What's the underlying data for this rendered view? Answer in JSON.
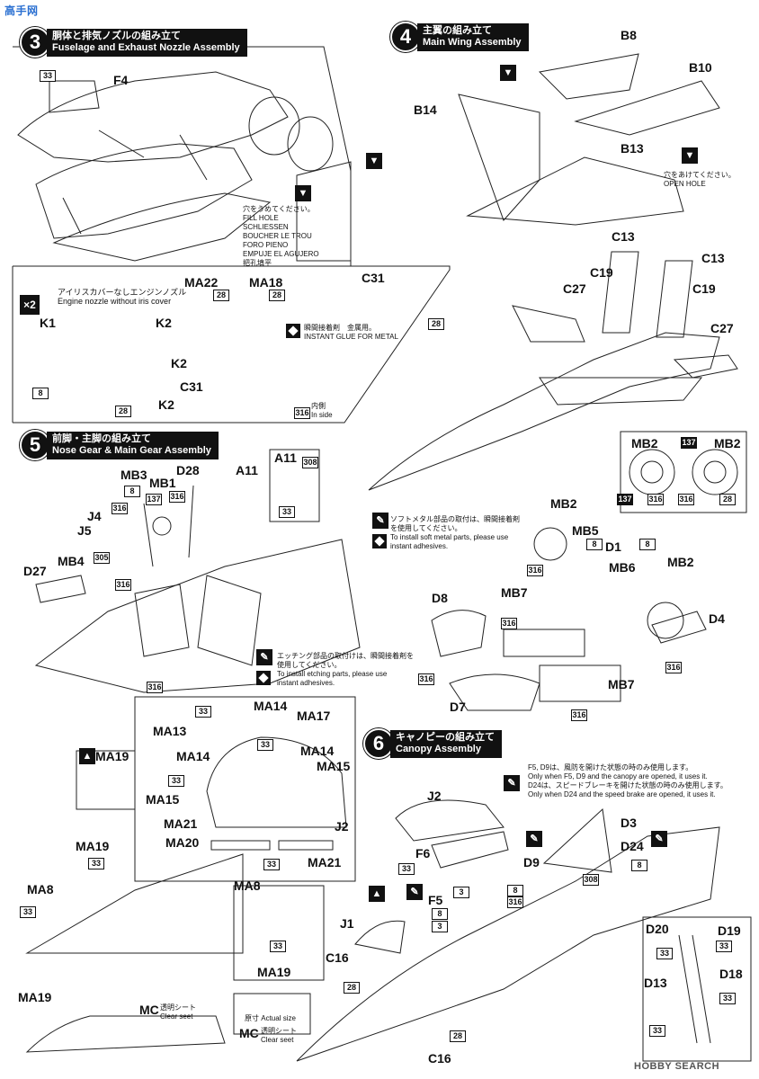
{
  "steps": {
    "s3": {
      "num": "3",
      "jp": "胴体と排気ノズルの組み立て",
      "en": "Fuselage and Exhaust Nozzle Assembly"
    },
    "s4": {
      "num": "4",
      "jp": "主翼の組み立て",
      "en": "Main Wing Assembly"
    },
    "s5": {
      "num": "5",
      "jp": "前脚・主脚の組み立て",
      "en": "Nose Gear & Main Gear Assembly"
    },
    "s6": {
      "num": "6",
      "jp": "キャノピーの組み立て",
      "en": "Canopy Assembly"
    }
  },
  "parts": {
    "f4": "F4",
    "b8": "B8",
    "b10": "B10",
    "b14": "B14",
    "b13": "B13",
    "c13a": "C13",
    "c13b": "C13",
    "c19a": "C19",
    "c19b": "C19",
    "c27a": "C27",
    "c27b": "C27",
    "ma22": "MA22",
    "ma18": "MA18",
    "c31a": "C31",
    "c31b": "C31",
    "k1": "K1",
    "k2a": "K2",
    "k2b": "K2",
    "k2c": "K2",
    "mb3": "MB3",
    "mb1": "MB1",
    "d28": "D28",
    "a11a": "A11",
    "a11b": "A11",
    "j4": "J4",
    "j5": "J5",
    "d27": "D27",
    "mb4": "MB4",
    "mb2a": "MB2",
    "mb2b": "MB2",
    "mb2c": "MB2",
    "mb2d": "MB2",
    "mb5": "MB5",
    "d1": "D1",
    "mb6": "MB6",
    "mb7a": "MB7",
    "mb7b": "MB7",
    "d4": "D4",
    "d8": "D8",
    "d7": "D7",
    "ma14a": "MA14",
    "ma14b": "MA14",
    "ma14c": "MA14",
    "ma13": "MA13",
    "ma17": "MA17",
    "ma15a": "MA15",
    "ma15b": "MA15",
    "ma21a": "MA21",
    "ma21b": "MA21",
    "ma20": "MA20",
    "j2a": "J2",
    "j2b": "J2",
    "ma19a": "MA19",
    "ma19b": "MA19",
    "ma19c": "MA19",
    "ma19d": "MA19",
    "ma8a": "MA8",
    "ma8b": "MA8",
    "mc": "MC",
    "f6": "F6",
    "d9": "D9",
    "f5": "F5",
    "d3": "D3",
    "d24": "D24",
    "j1": "J1",
    "c16a": "C16",
    "c16b": "C16",
    "d20": "D20",
    "d19": "D19",
    "d18": "D18",
    "d13": "D13"
  },
  "paint": {
    "n33": "33",
    "n28": "28",
    "n8": "8",
    "n137": "137",
    "n316": "316",
    "n305": "305",
    "n308": "308",
    "n3": "3"
  },
  "notes": {
    "fill_hole": [
      "穴をうめてください。",
      "FILL HOLE",
      "SCHLIESSEN",
      "BOUCHER LE TROU",
      "FORO PIENO",
      "EMPUJE EL AGUJERO",
      "把孔填平"
    ],
    "open_hole": [
      "穴をあけてください。",
      "OPEN HOLE"
    ],
    "x2": "×2",
    "nozzle_jp": "アイリスカバーなしエンジンノズル",
    "nozzle_en": "Engine nozzle without iris cover",
    "glue_jp": "瞬間接着剤　金属用。",
    "glue_en": "INSTANT GLUE FOR METAL",
    "inside_jp": "内側",
    "inside_en": "In side",
    "soft_metal": [
      "ソフトメタル部品の取付は、瞬間接着剤",
      "を使用してください。",
      "To install soft metal parts, please use",
      "instant adhesives."
    ],
    "etching": [
      "エッチング部品の取付けは、瞬間接着剤を",
      "使用してください。",
      "To install etching parts, please use",
      "instant adhesives."
    ],
    "canopy_note": [
      "F5, D9は、風防を開けた状態の時のみ使用します。",
      "Only when F5, D9 and the canopy are opened, it uses it.",
      "D24は、スピードブレーキを開けた状態の時のみ使用します。",
      "Only when D24 and the speed brake are opened, it uses it."
    ],
    "clear_jp": "透明シート",
    "clear_en": "Clear seet",
    "actual_jp": "原寸",
    "actual_en": "Actual size"
  },
  "watermark": {
    "left": "高手网",
    "right": "HOBBY SEARCH"
  }
}
